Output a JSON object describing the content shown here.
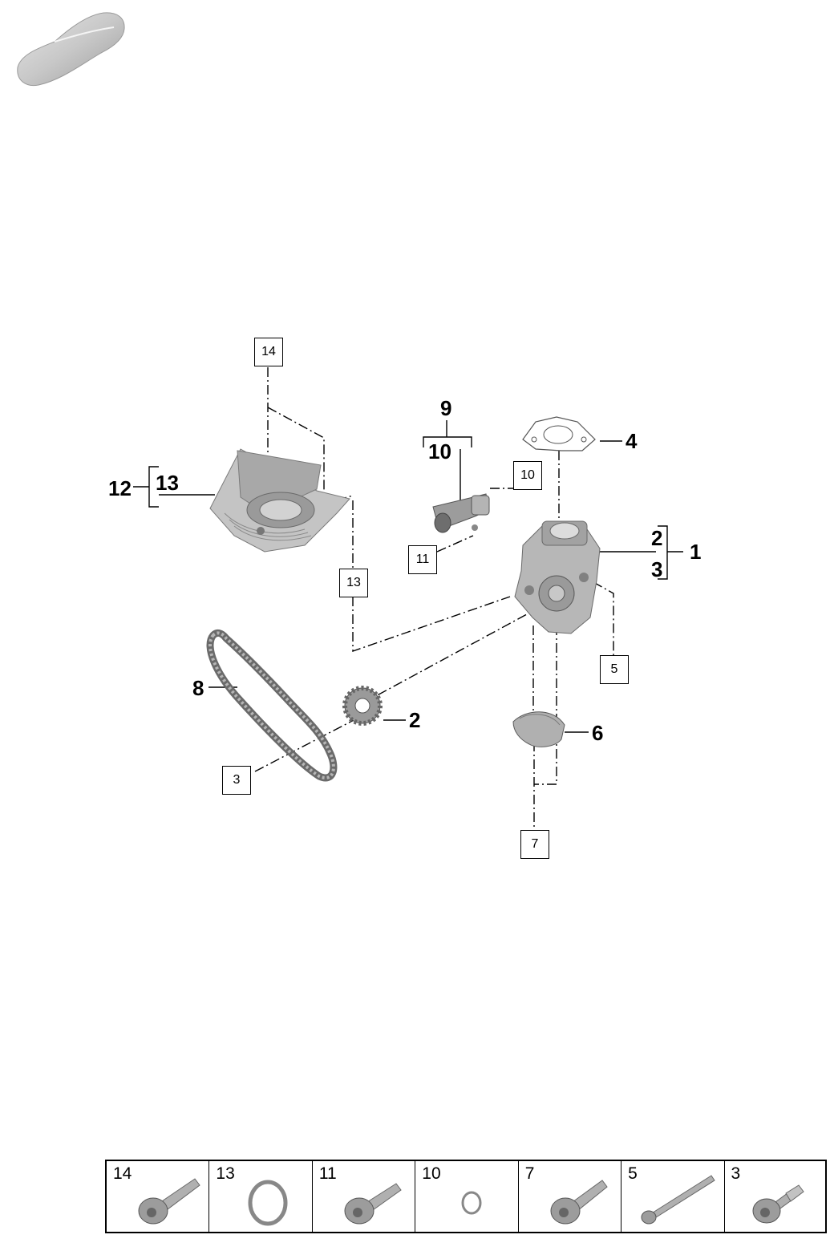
{
  "callouts": {
    "c1": "1",
    "c2_upper": "2",
    "c3_upper": "3",
    "c2_sprocket": "2",
    "c4": "4",
    "c6": "6",
    "c8": "8",
    "c9": "9",
    "c10": "10",
    "c12": "12",
    "c13": "13"
  },
  "boxed_refs": {
    "b14": "14",
    "b10": "10",
    "b11": "11",
    "b13": "13",
    "b5": "5",
    "b3": "3",
    "b7": "7"
  },
  "legend": [
    {
      "num": "14",
      "icon": "bolt-icon"
    },
    {
      "num": "13",
      "icon": "o-ring-icon"
    },
    {
      "num": "11",
      "icon": "bolt-icon"
    },
    {
      "num": "10",
      "icon": "o-ring-small-icon"
    },
    {
      "num": "7",
      "icon": "bolt-icon"
    },
    {
      "num": "5",
      "icon": "long-bolt-icon"
    },
    {
      "num": "3",
      "icon": "shoulder-bolt-icon"
    }
  ],
  "colors": {
    "part_gray": "#b9b9b9",
    "part_dark": "#8a8a8a",
    "line": "#000000"
  }
}
